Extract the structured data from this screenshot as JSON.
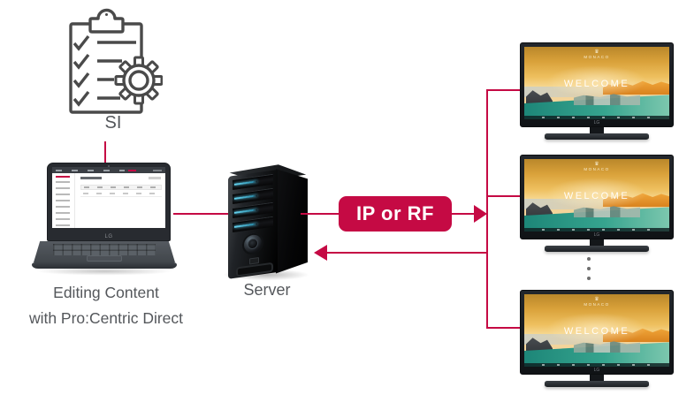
{
  "si": {
    "label": "SI"
  },
  "laptop": {
    "caption_line1": "Editing Content",
    "caption_line2": "with Pro:Centric Direct",
    "logo_text": "LG"
  },
  "server": {
    "label": "Server"
  },
  "connection": {
    "badge_label": "IP or RF"
  },
  "tv": {
    "hotel_crest_text": "MONACO",
    "crown_glyph": "♛",
    "welcome_text": "WELCOME",
    "logo_text": "LG",
    "visible_count": 3
  },
  "colors": {
    "accent_crimson": "#c50a44",
    "label_text_gray": "#54575b",
    "icon_outline_gray": "#4a4a4a"
  }
}
